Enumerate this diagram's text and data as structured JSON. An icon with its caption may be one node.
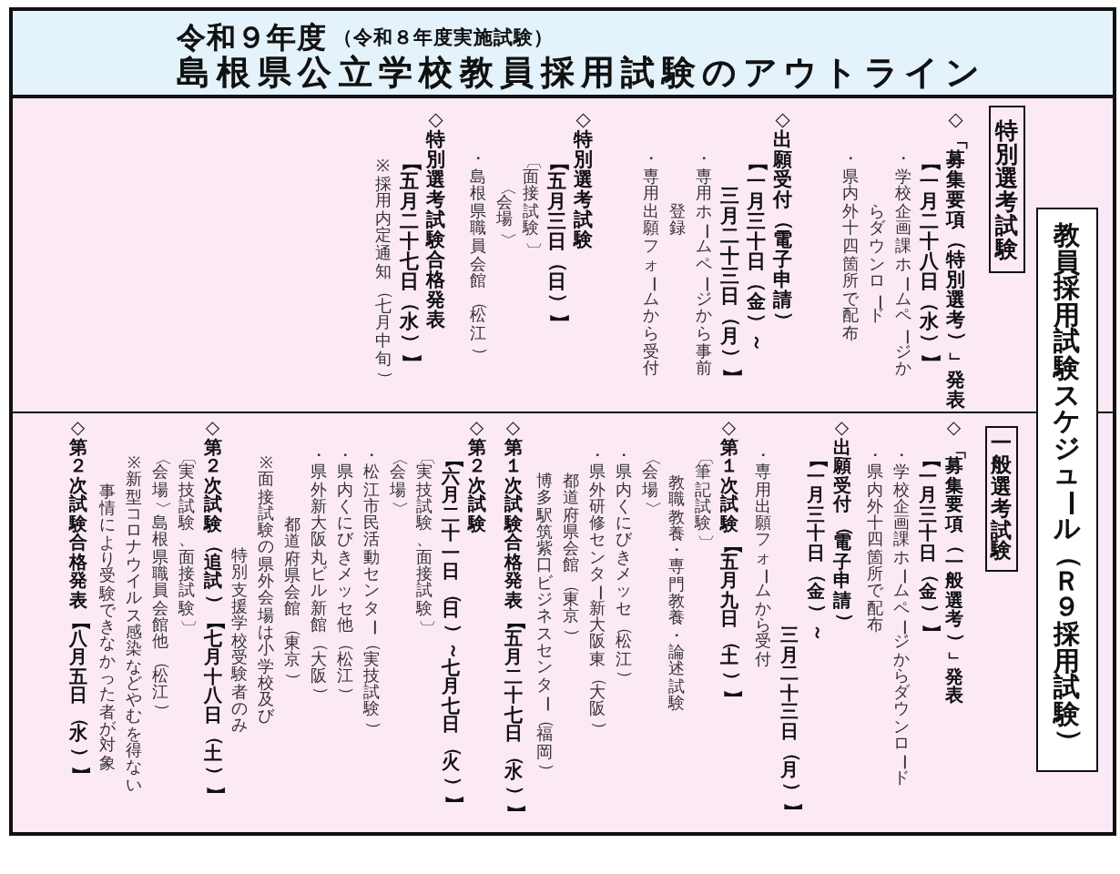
{
  "diagram": {
    "nodes": [
      {
        "text": [
          "令和９年度",
          "（令和８年度実施試験）",
          "島根県公立学校教員採用試験のアウトライン"
        ]
      },
      {
        "text": [
          "教員採用試験スケジュール（Ｒ９採用試験）"
        ]
      },
      {
        "text": [
          "◇「募集要項（特別選考）」発表",
          "【一月二十八日（水）】",
          "・学校企画課ホームページからダウンロード",
          "・県内外十四箇所で配布",
          "◇出願受付（電子申請）",
          "【一月三十日（金）～",
          "三月二十三日（月）】",
          "・専用ホームページから事前登録",
          "・専用出願フォームから受付",
          "◇特別選考試験",
          "【五月三日（日）】",
          "〔面接試験〕",
          "〈会場〉",
          "・島根県職員会館（松江）",
          "◇特別選考試験合格発表",
          "【五月二十七日（水）】",
          "※採用内定通知（七月中旬）"
        ]
      },
      {
        "text": [
          "特別選考試験"
        ],
        "in": 2
      },
      {
        "text": [
          "◇「募集要項（一般選考）」発表",
          "【一月三十日（金）】",
          "・学校企画課ホームページからダウンロード",
          "・県内外十四箇所で配布",
          "◇出願受付（電子申請）",
          "【一月三十日（金）～",
          "三月二十三日（月）】",
          "・専用出願フォームから受付",
          "◇第１次試験【五月九日（土）】",
          "〔筆記試験〕",
          "教職教養・専門教養・論述試験",
          "〈会場〉",
          "・県内くにびきメッセ（松江）",
          "・県外研修センター新大阪東（大阪）",
          "都道府県会館（東京）",
          "博多駅筑紫口ビジネスセンター（福岡）",
          "◇第１次試験合格発表【五月二十七日（水）】",
          "◇第２次試験",
          "【六月二十一日（日）～七月七日（火）】",
          "〔実技試験、面接試験〕",
          "〈会場〉",
          "・松江市民活動センター（実技試験）",
          "・県内くにびきメッセ他（松江）",
          "・県外新大阪丸ビル新館（大阪）",
          "都道府県会館（東京）",
          "※面接試験の県外会場は小学校及び特別支援学校受験者のみ",
          "◇第２次試験（追試）【七月十八日（土）】",
          "〔実技試験、面接試験〕",
          "〈会場〉島根県職員会館他（松江）",
          "※新型コロナウイルス感染などやむを得ない事情により受験できなかった者が対象",
          "◇第２次試験合格発表【八月五日（水）】"
        ]
      },
      {
        "text": [
          "一般選考試験"
        ],
        "in": 4
      }
    ]
  }
}
